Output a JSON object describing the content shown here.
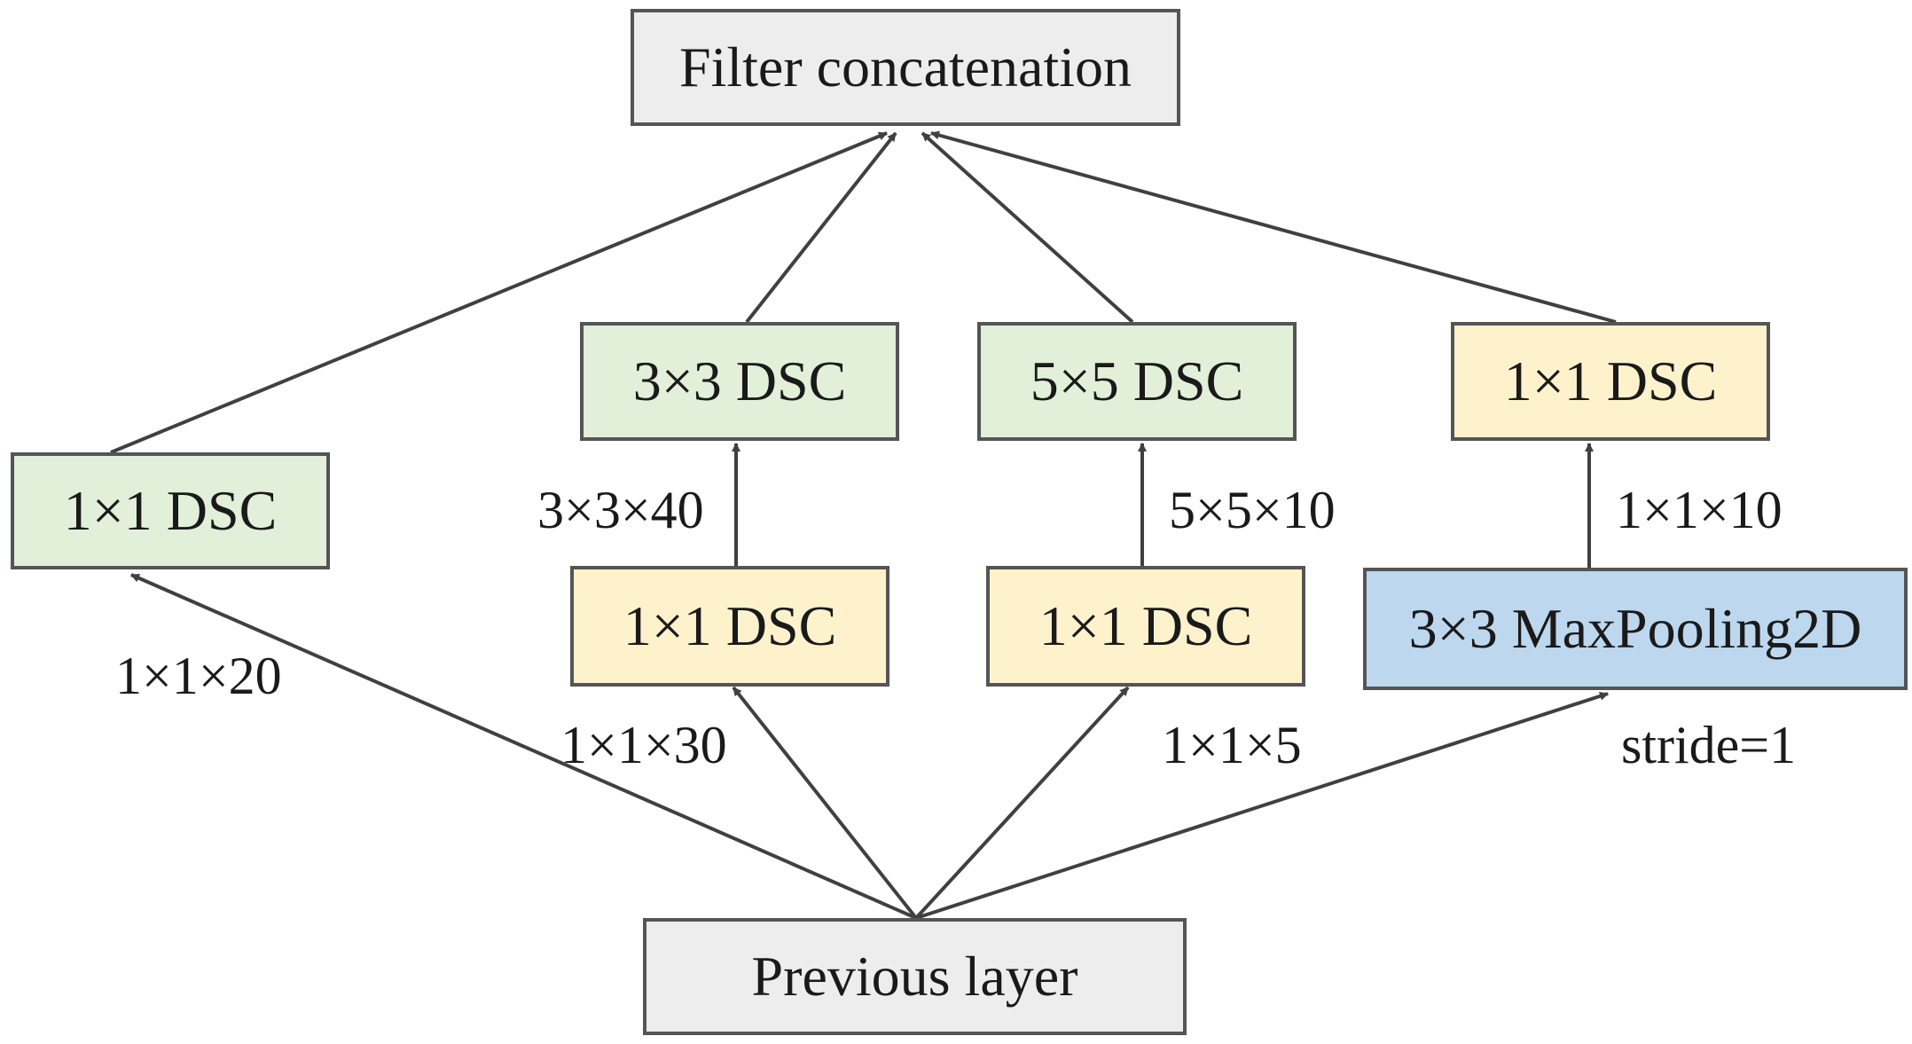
{
  "nodes": {
    "filter_concat": "Filter concatenation",
    "previous_layer": "Previous layer",
    "branch1_dsc": "1×1 DSC",
    "branch2_reduce": "1×1 DSC",
    "branch2_conv": "3×3 DSC",
    "branch3_reduce": "1×1 DSC",
    "branch3_conv": "5×5 DSC",
    "branch4_pool": "3×3 MaxPooling2D",
    "branch4_dsc": "1×1 DSC"
  },
  "edge_labels": {
    "branch1_in": "1×1×20",
    "branch2_in": "1×1×30",
    "branch2_mid": "3×3×40",
    "branch3_in": "1×1×5",
    "branch3_mid": "5×5×10",
    "branch4_in": "stride=1",
    "branch4_mid": "1×1×10"
  },
  "colors": {
    "gray": "#ededed",
    "green": "#e2efd9",
    "yellow": "#fdf2cc",
    "blue": "#bdd7ee",
    "line": "#404040",
    "border": "#555555"
  }
}
